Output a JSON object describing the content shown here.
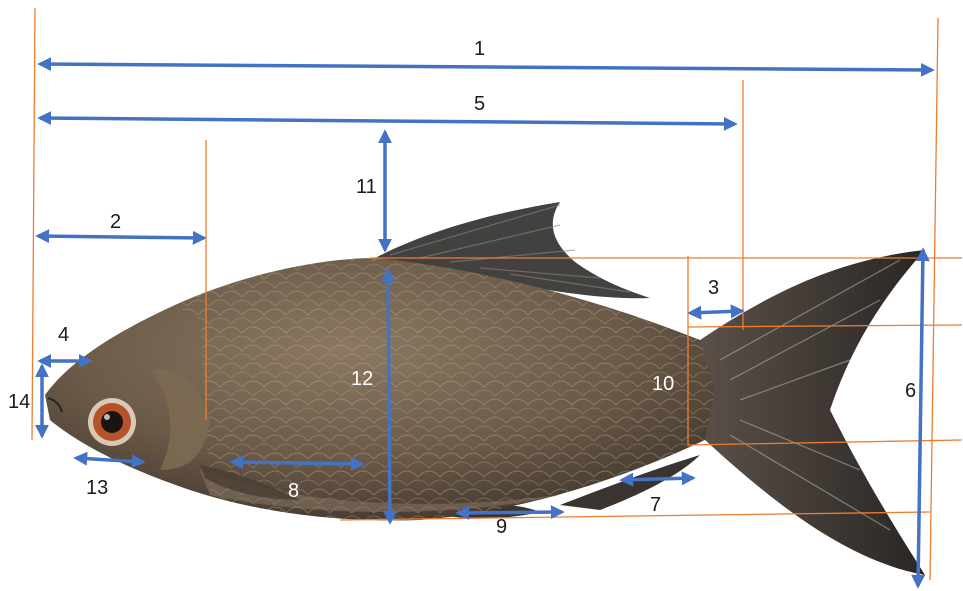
{
  "colors": {
    "arrow": "#4472c4",
    "guide": "#ed7d31",
    "fish_body": "#6b5a48",
    "fish_dark": "#3a3028",
    "fin": "#2f2c2a",
    "eye_ring": "#b4532b",
    "label": "#1a1a1a"
  },
  "labels": {
    "m1": "1",
    "m2": "2",
    "m3": "3",
    "m4": "4",
    "m5": "5",
    "m6": "6",
    "m7": "7",
    "m8": "8",
    "m9": "9",
    "m10": "10",
    "m11": "11",
    "m12": "12",
    "m13": "13",
    "m14": "14"
  }
}
